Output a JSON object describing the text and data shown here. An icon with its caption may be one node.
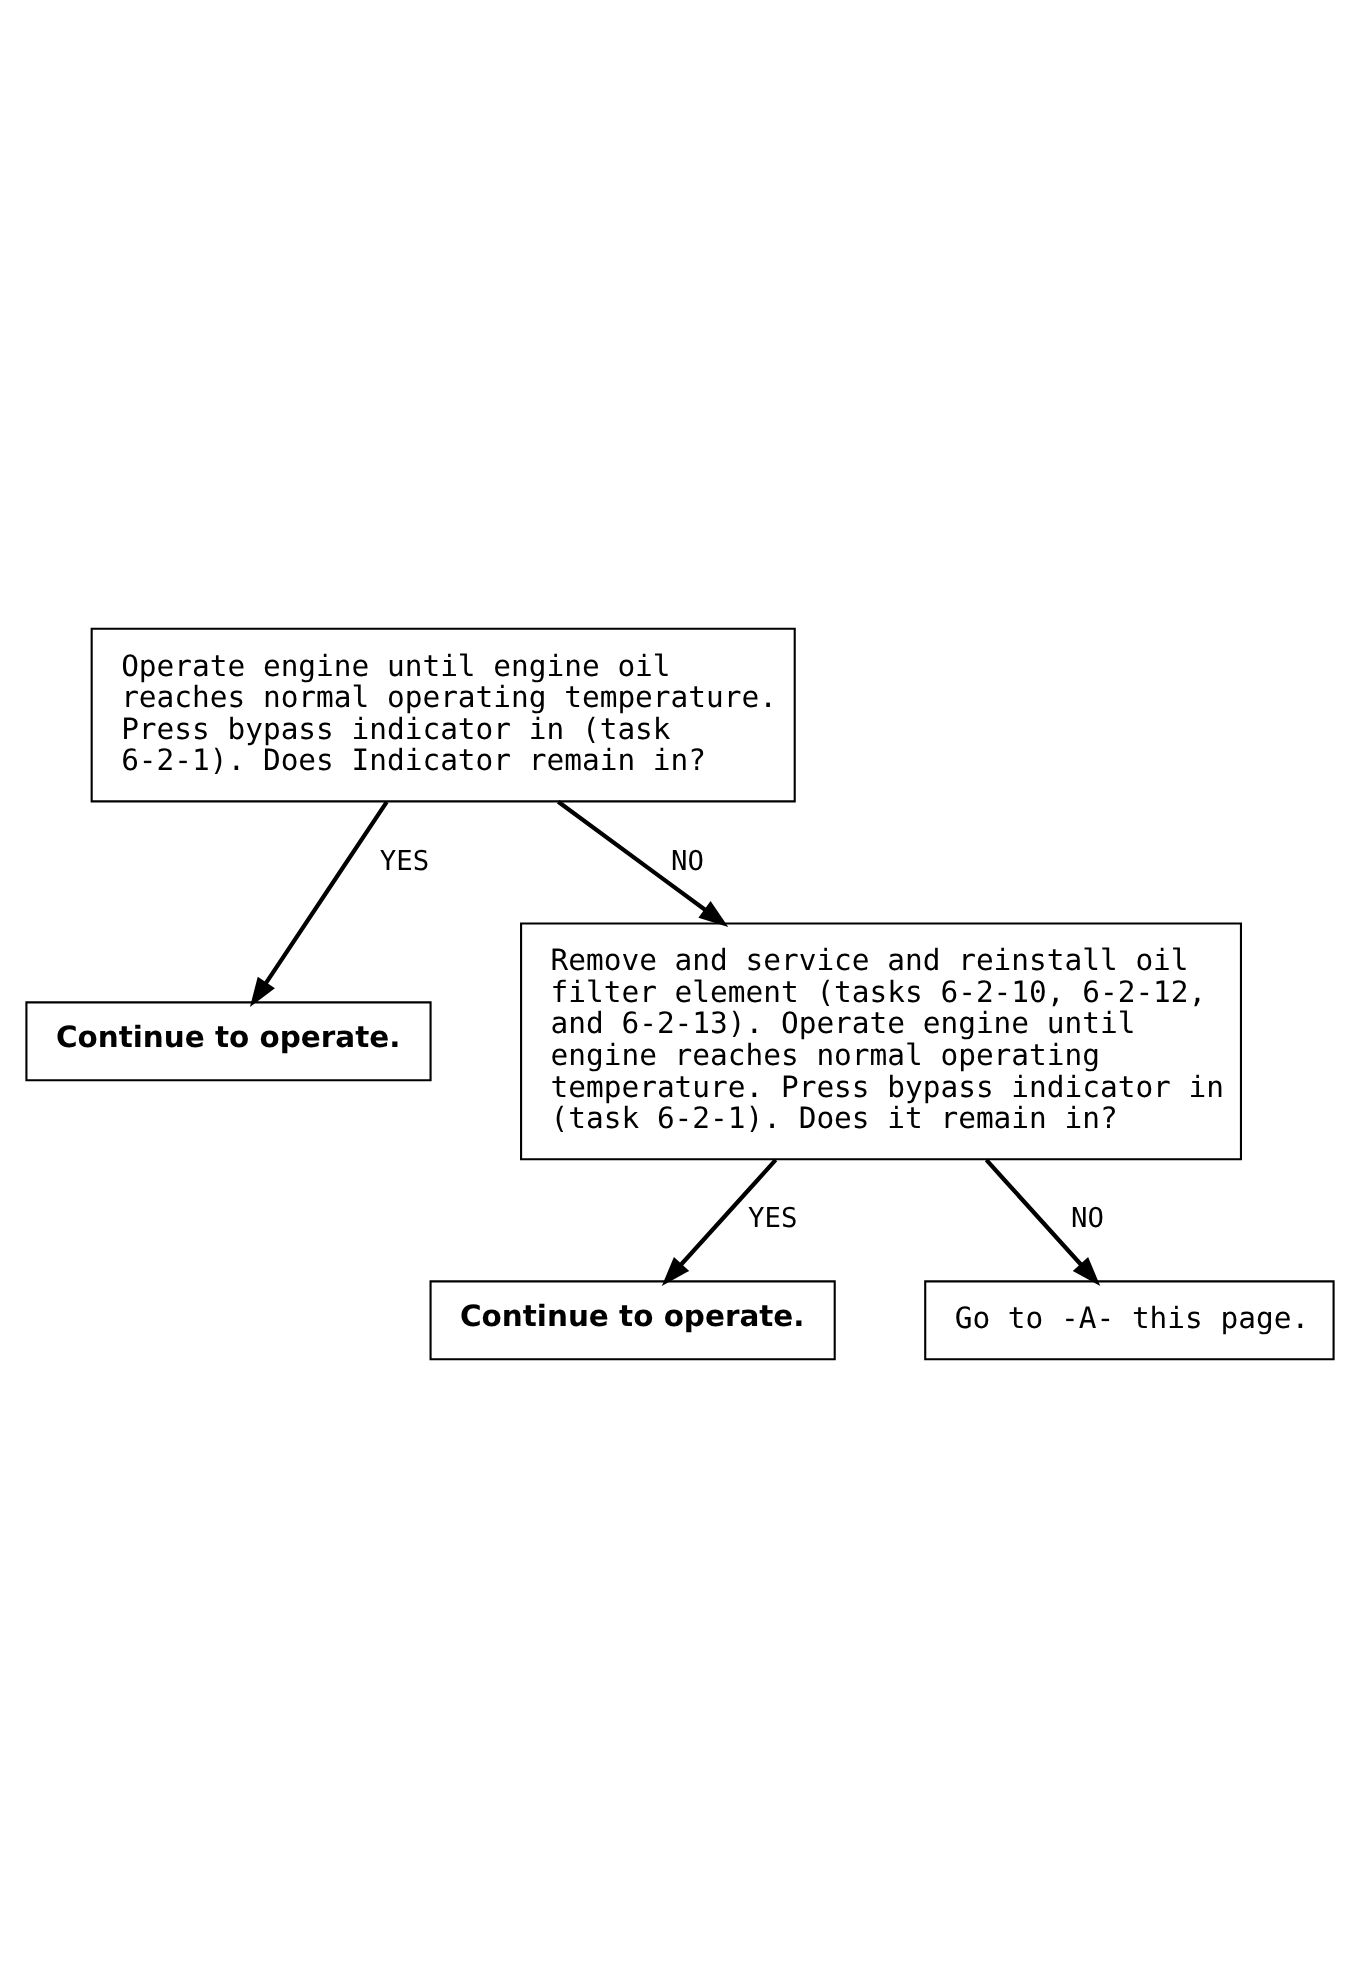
{
  "diagram": {
    "nodes": [
      {
        "text": [
          "Operate engine until engine oil reaches normal operating temperature. Press bypass indicator in (task 6-2-1). Does Indicator remain in?"
        ]
      },
      {
        "text": [
          "Continue to operate."
        ]
      },
      {
        "text": [
          "Remove and service and reinstall oil filter element (tasks 6-2-10, 6-2-12, and 6-2-13). Operate engine until engine reaches normal operating temperature. Press bypass indicator in (task 6-2-1). Does it remain in?"
        ]
      },
      {
        "text": [
          "Continue to operate."
        ]
      },
      {
        "text": [
          "Go to -A- this page."
        ]
      }
    ],
    "edges": [
      {
        "from": 0,
        "to": 2,
        "arrow": "to",
        "label": "NO"
      },
      {
        "from": 0,
        "to": 1,
        "arrow": "to",
        "label": "YES"
      },
      {
        "from": 2,
        "to": 4,
        "arrow": "to",
        "label": "NO"
      },
      {
        "from": 2,
        "to": 3,
        "arrow": "to",
        "label": "YES"
      }
    ]
  }
}
